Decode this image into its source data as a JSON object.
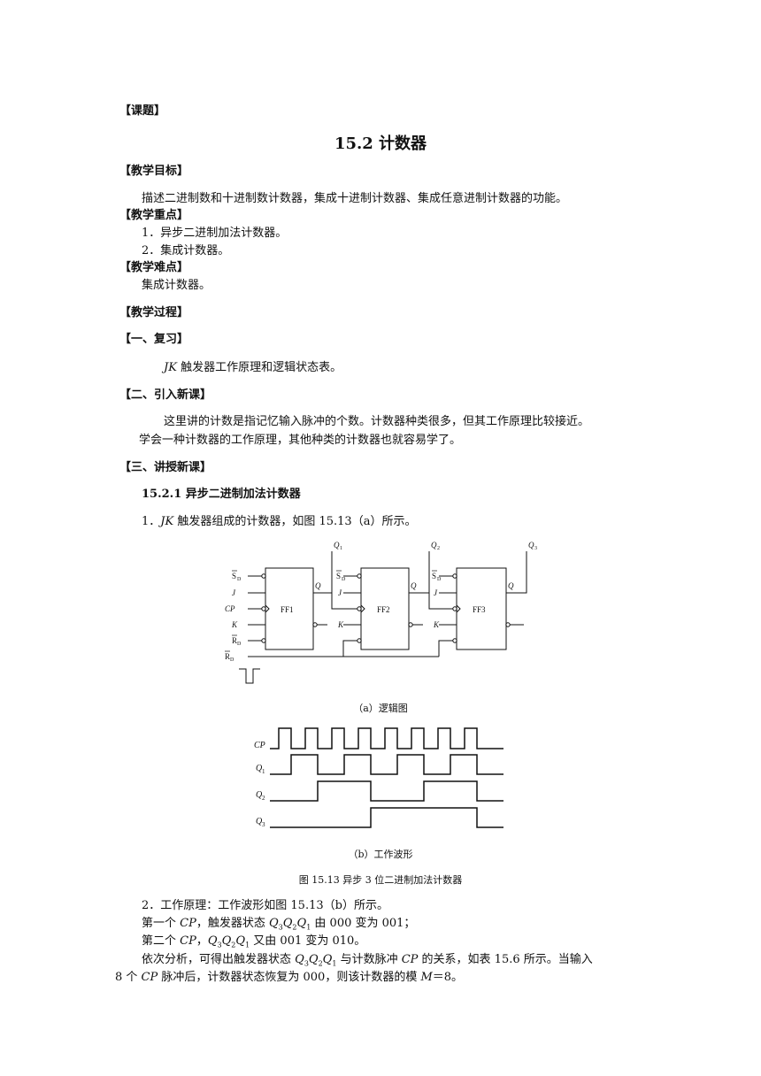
{
  "header": {
    "topic_label": "【课题】"
  },
  "title": "15.2    计数器",
  "objectives": {
    "heading": "【教学目标】",
    "text": "描述二进制数和十进制数计数器，集成十进制计数器、集成任意进制计数器的功能。"
  },
  "key_points": {
    "heading": "【教学重点】",
    "item1": "1．异步二进制加法计数器。",
    "item2": "2．集成计数器。"
  },
  "difficulties": {
    "heading": "【教学难点】",
    "text": "集成计数器。"
  },
  "process": {
    "heading": "【教学过程】"
  },
  "review": {
    "heading": "【一、复习】",
    "text_tail": "触发器工作原理和逻辑状态表。"
  },
  "intro": {
    "heading": "【二、引入新课】",
    "line1": "这里讲的计数是指记忆输入脉冲的个数。计数器种类很多，但其工作原理比较接近。",
    "line2": "学会一种计数器的工作原理，其他种类的计数器也就容易学了。"
  },
  "lecture": {
    "heading": "【三、讲授新课】",
    "subsection": "15.2.1    异步二进制加法计数器",
    "item1_pre": "1．",
    "item1_tail": "触发器组成的计数器，如图 15.13（a）所示。"
  },
  "figure": {
    "ff1": "FF1",
    "ff2": "FF2",
    "ff3": "FF3",
    "sd": "S",
    "rd": "R",
    "sub_d": "D",
    "j": "J",
    "k": "K",
    "cp": "CP",
    "q": "Q",
    "q1": "Q",
    "q2": "Q",
    "q3": "Q",
    "n1": "1",
    "n2": "2",
    "n3": "3",
    "caption_a": "（a）逻辑图",
    "wave_cp": "CP",
    "wave_q1": "Q",
    "wave_q2": "Q",
    "wave_q3": "Q",
    "caption_b": "（b）工作波形",
    "caption": "图 15.13    异步 3 位二进制加法计数器"
  },
  "principle": {
    "line1": "2．工作原理：工作波形如图 15.13（b）所示。",
    "line2_a": "第一个 ",
    "line2_b": "，触发器状态 ",
    "line2_c": " 由 000 变为 001；",
    "line3_a": "第二个 ",
    "line3_b": "，",
    "line3_c": " 又由 001 变为 010。",
    "line4_a": "依次分析，可得出触发器状态 ",
    "line4_b": " 与计数脉冲 ",
    "line4_c": " 的关系，如表 15.6 所示。当输入",
    "line5_a": "8 个 ",
    "line5_b": " 脉冲后，计数器状态恢复为 000，则该计数器的模 ",
    "line5_c": "＝8。",
    "cp": "CP",
    "M": "M"
  }
}
